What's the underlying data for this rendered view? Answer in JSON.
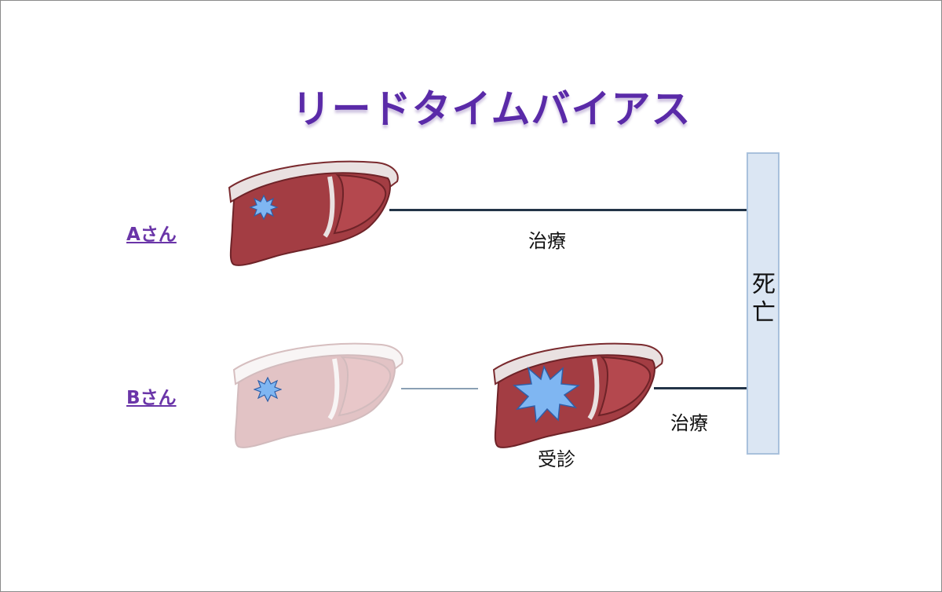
{
  "title": "リードタイムバイアス",
  "person_a": {
    "name": "Aさん",
    "treatment": "治療"
  },
  "person_b": {
    "name": "Bさん",
    "visit": "受診",
    "treatment": "治療"
  },
  "death": "死\n亡",
  "colors": {
    "title": "#5a2aa8",
    "person_label": "#6a35a8",
    "liver": "#9e3a40",
    "tumor": "#6aa9ee",
    "timeline": "#233448",
    "death_bar_fill": "#dbe6f3",
    "death_bar_border": "#a9c1dc"
  }
}
